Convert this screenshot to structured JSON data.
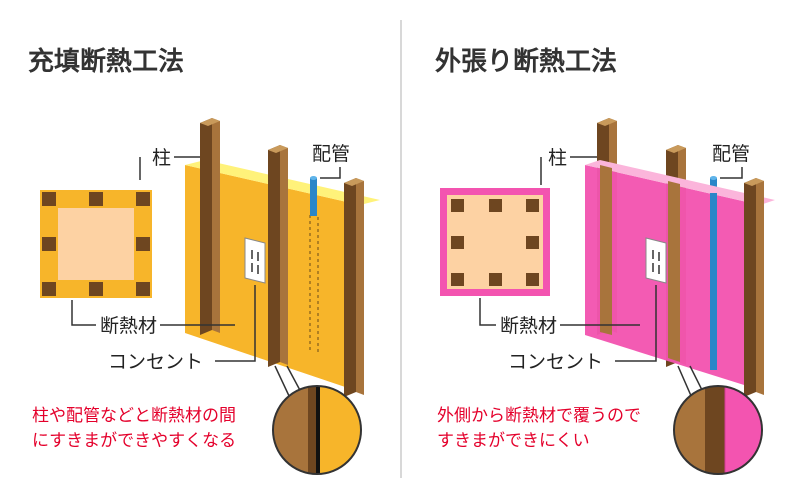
{
  "left": {
    "title": "充填断熱工法",
    "label_pillar": "柱",
    "label_pipe": "配管",
    "label_insulation": "断熱材",
    "label_outlet": "コンセント",
    "note_line1": "柱や配管などと断熱材の間",
    "note_line2": "にすきまができやすくなる"
  },
  "right": {
    "title": "外張り断熱工法",
    "label_pillar": "柱",
    "label_pipe": "配管",
    "label_insulation": "断熱材",
    "label_outlet": "コンセント",
    "note_line1": "外側から断熱材で覆うので",
    "note_line2": "すきまができにくい"
  },
  "colors": {
    "fill_insulation": "#f7b52a",
    "fill_insulation_top": "#fff27a",
    "external_insulation": "#f354b0",
    "external_insulation_top": "#fbb5db",
    "interior": "#fdd2a3",
    "wood_front": "#a8743c",
    "wood_side": "#6e4620",
    "pipe": "#2a86c8",
    "note_text": "#e4002b"
  }
}
